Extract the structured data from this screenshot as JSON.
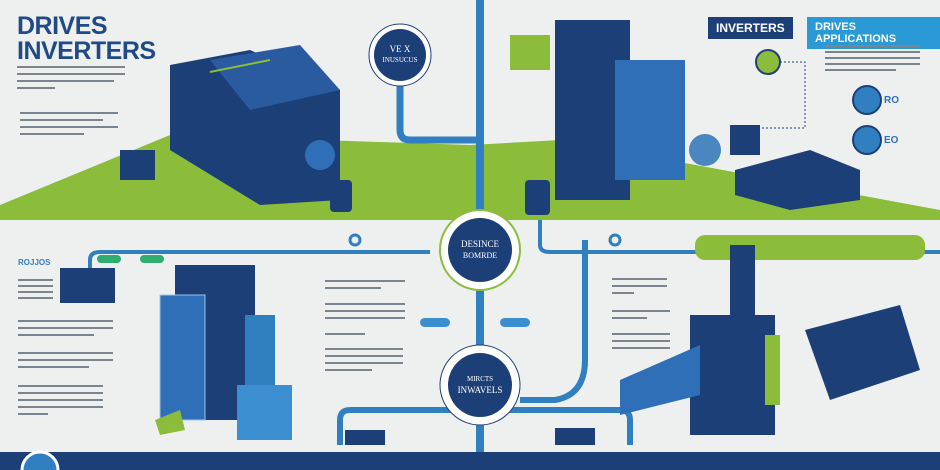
{
  "header": {
    "title_line1": "DRIVES",
    "title_line2": "INVERTERS"
  },
  "top_circle": {
    "line1": "VE X",
    "line2": "INUSUCUS"
  },
  "right_tags": {
    "inverters": "INVERTERS",
    "applications": "DRIVES APPLICATIONS"
  },
  "right_badges": [
    {
      "label": "RO"
    },
    {
      "label": "EO"
    }
  ],
  "center_circle": {
    "line1": "DESINCE",
    "line2": "BOMRDE"
  },
  "lower_circle": {
    "line1": "MIRCTS",
    "line2": "INWAVELS"
  },
  "left_section": {
    "heading": "ROJJOS"
  },
  "colors": {
    "navy": "#1d3f78",
    "blue": "#2f7fc1",
    "green": "#8bbd3a",
    "background": "#eef0ef"
  }
}
